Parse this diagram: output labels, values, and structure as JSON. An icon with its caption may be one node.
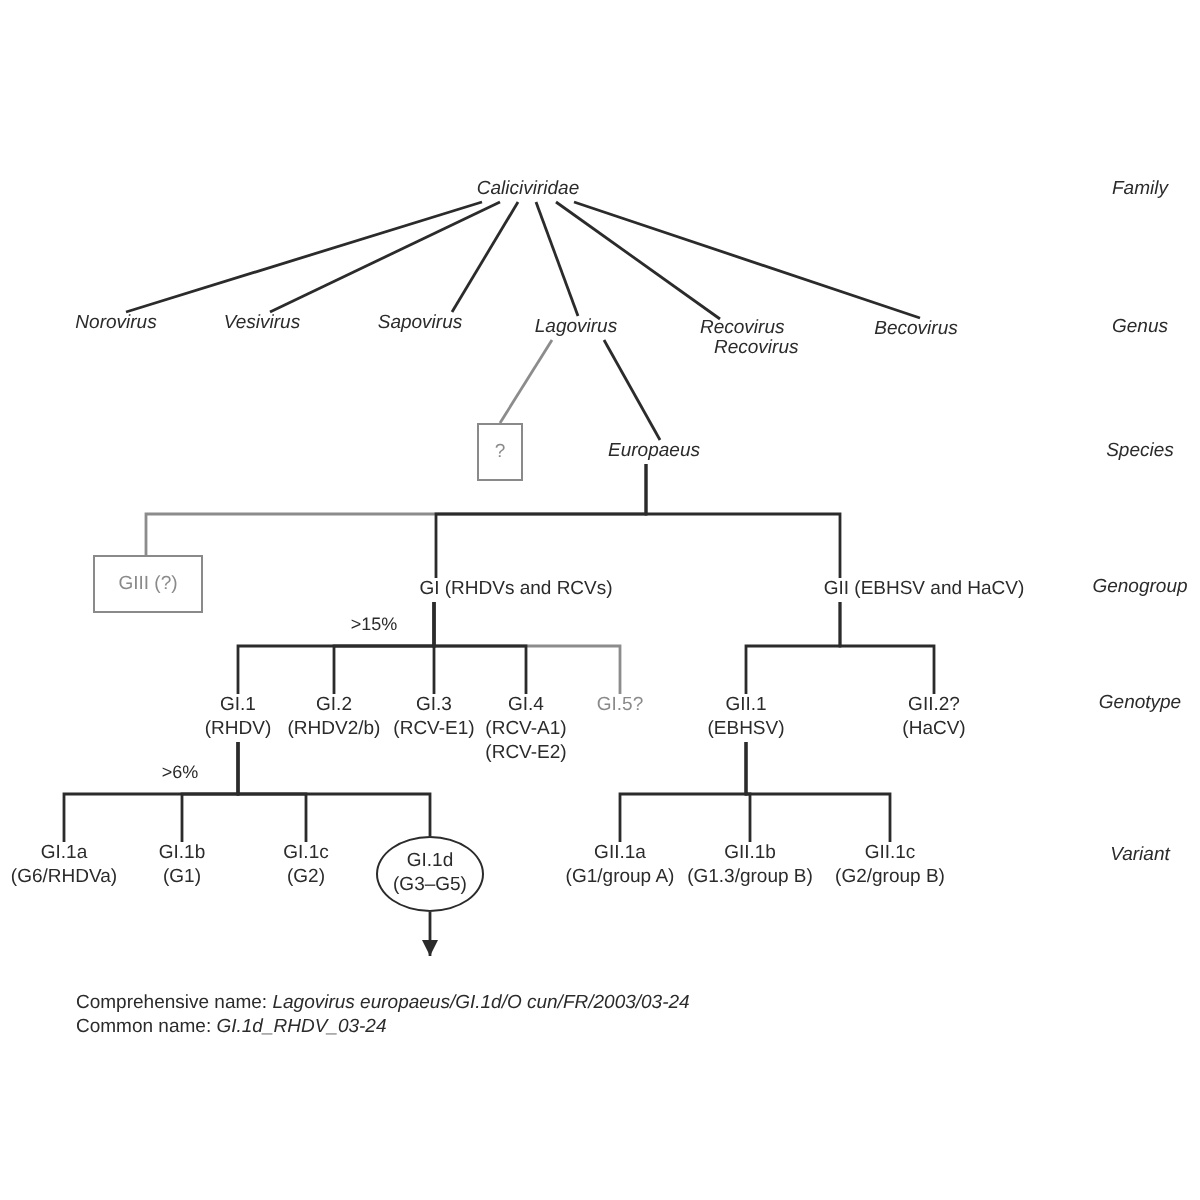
{
  "diagram": {
    "nodes": [
      {
        "text": [
          "Caliciviridae"
        ]
      },
      {
        "text": [
          "Norovirus"
        ]
      },
      {
        "text": [
          "Vesivirus"
        ]
      },
      {
        "text": [
          "Sapovirus"
        ]
      },
      {
        "text": [
          "Lagovirus"
        ]
      },
      {
        "text": [
          "Recovirus Recovirus"
        ]
      },
      {
        "text": [
          "Becovirus"
        ]
      },
      {
        "text": [
          "?"
        ]
      },
      {
        "text": [
          "Europaeus"
        ]
      },
      {
        "text": [
          "GIII (?)"
        ]
      },
      {
        "text": [
          "GI (RHDVs and RCVs)"
        ]
      },
      {
        "text": [
          "GII (EBHSV and HaCV)"
        ]
      },
      {
        "text": [
          "GI.1",
          "(RHDV)"
        ]
      },
      {
        "text": [
          "GI.2",
          "(RHDV2/b)"
        ]
      },
      {
        "text": [
          "GI.3",
          "(RCV-E1)"
        ]
      },
      {
        "text": [
          "GI.4",
          "(RCV-A1) (RCV-E2)"
        ]
      },
      {
        "text": [
          "GI.5?"
        ]
      },
      {
        "text": [
          "GII.1",
          "(EBHSV)"
        ]
      },
      {
        "text": [
          "GII.2?",
          "(HaCV)"
        ]
      },
      {
        "text": [
          "GI.1a",
          "(G6/RHDVa)"
        ]
      },
      {
        "text": [
          "GI.1b",
          "(G1)"
        ]
      },
      {
        "text": [
          "GI.1c",
          "(G2)"
        ]
      },
      {
        "text": [
          "GI.1d",
          "(G3–G5)"
        ]
      },
      {
        "text": [
          "GII.1a",
          "(G1/group A)"
        ]
      },
      {
        "text": [
          "GII.1b",
          "(G1.3/group B)"
        ]
      },
      {
        "text": [
          "GII.1c",
          "(G2/group B)"
        ]
      }
    ],
    "edges": [
      {
        "from": 0,
        "to": 1,
        "arrow": "none"
      },
      {
        "from": 0,
        "to": 2,
        "arrow": "none"
      },
      {
        "from": 0,
        "to": 3,
        "arrow": "none"
      },
      {
        "from": 0,
        "to": 4,
        "arrow": "none"
      },
      {
        "from": 0,
        "to": 5,
        "arrow": "none"
      },
      {
        "from": 0,
        "to": 6,
        "arrow": "none"
      },
      {
        "from": 4,
        "to": 7,
        "arrow": "none",
        "color": "#8c8c8c"
      },
      {
        "from": 4,
        "to": 8,
        "arrow": "none"
      },
      {
        "from": 8,
        "to": 9,
        "arrow": "none",
        "color": "#8c8c8c"
      },
      {
        "from": 8,
        "to": 10,
        "arrow": "none"
      },
      {
        "from": 8,
        "to": 11,
        "arrow": "none"
      },
      {
        "from": 10,
        "to": 12,
        "arrow": "none"
      },
      {
        "from": 10,
        "to": 13,
        "arrow": "none"
      },
      {
        "from": 10,
        "to": 14,
        "arrow": "none"
      },
      {
        "from": 10,
        "to": 15,
        "arrow": "none"
      },
      {
        "from": 10,
        "to": 16,
        "arrow": "none",
        "color": "#8c8c8c"
      },
      {
        "from": 11,
        "to": 17,
        "arrow": "none"
      },
      {
        "from": 11,
        "to": 18,
        "arrow": "none"
      },
      {
        "from": 12,
        "to": 19,
        "arrow": "none"
      },
      {
        "from": 12,
        "to": 20,
        "arrow": "none"
      },
      {
        "from": 12,
        "to": 21,
        "arrow": "none"
      },
      {
        "from": 12,
        "to": 22,
        "arrow": "none"
      },
      {
        "from": 17,
        "to": 23,
        "arrow": "none"
      },
      {
        "from": 17,
        "to": 24,
        "arrow": "none"
      },
      {
        "from": 17,
        "to": 25,
        "arrow": "none"
      },
      {
        "from": 22,
        "to": null,
        "arrow": "to"
      }
    ],
    "labels": [
      "Family",
      "Genus",
      "Species",
      "Genogroup",
      ">15%",
      "Genotype",
      ">6%",
      "Variant",
      "Comprehensive name: *Lagovirus europaeus/GI.1d/O cun/FR/2003/03-24*",
      "Common name: *GI.1d_RHDV_03-24*"
    ]
  }
}
